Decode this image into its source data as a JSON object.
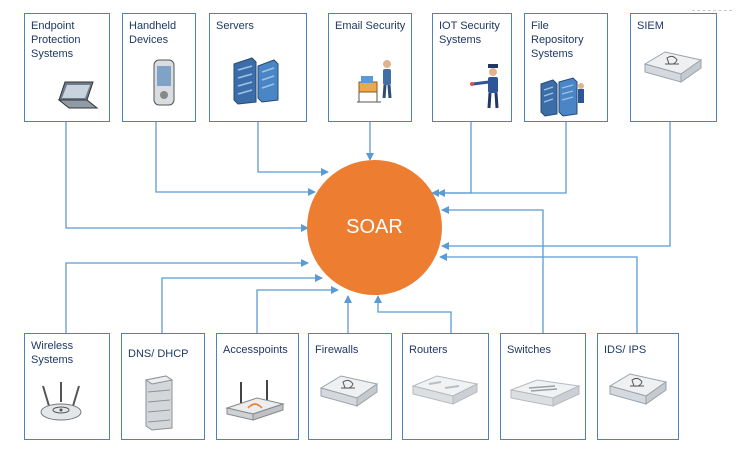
{
  "center": {
    "label": "SOAR"
  },
  "top_nodes": [
    {
      "id": "endpoint",
      "label": "Endpoint\nProtection\nSystems",
      "icon": "laptop-icon"
    },
    {
      "id": "handheld",
      "label": "Handheld\nDevices",
      "icon": "handheld-device-icon"
    },
    {
      "id": "servers",
      "label": "Servers",
      "icon": "server-rack-icon"
    },
    {
      "id": "email",
      "label": "Email Security",
      "icon": "email-security-icon"
    },
    {
      "id": "iot",
      "label": "IOT Security\nSystems",
      "icon": "security-guard-icon"
    },
    {
      "id": "file-repo",
      "label": "File\nRepository\nSystems",
      "icon": "storage-array-icon"
    },
    {
      "id": "siem",
      "label": "SIEM",
      "icon": "siem-appliance-icon"
    }
  ],
  "bottom_nodes": [
    {
      "id": "wireless",
      "label": "Wireless\nSystems",
      "icon": "wireless-router-icon"
    },
    {
      "id": "dns",
      "label": "DNS/ DHCP",
      "icon": "server-tower-icon"
    },
    {
      "id": "ap",
      "label": "Accesspoints",
      "icon": "access-point-icon"
    },
    {
      "id": "firewalls",
      "label": "Firewalls",
      "icon": "firewall-appliance-icon"
    },
    {
      "id": "routers",
      "label": "Routers",
      "icon": "router-icon"
    },
    {
      "id": "switches",
      "label": "Switches",
      "icon": "switch-icon"
    },
    {
      "id": "ids",
      "label": "IDS/ IPS",
      "icon": "ids-appliance-icon"
    }
  ],
  "colors": {
    "line": "#5b9bd5",
    "box_border": "#4f81bd",
    "center_fill": "#ed7d31",
    "label_text": "#1f3864"
  }
}
